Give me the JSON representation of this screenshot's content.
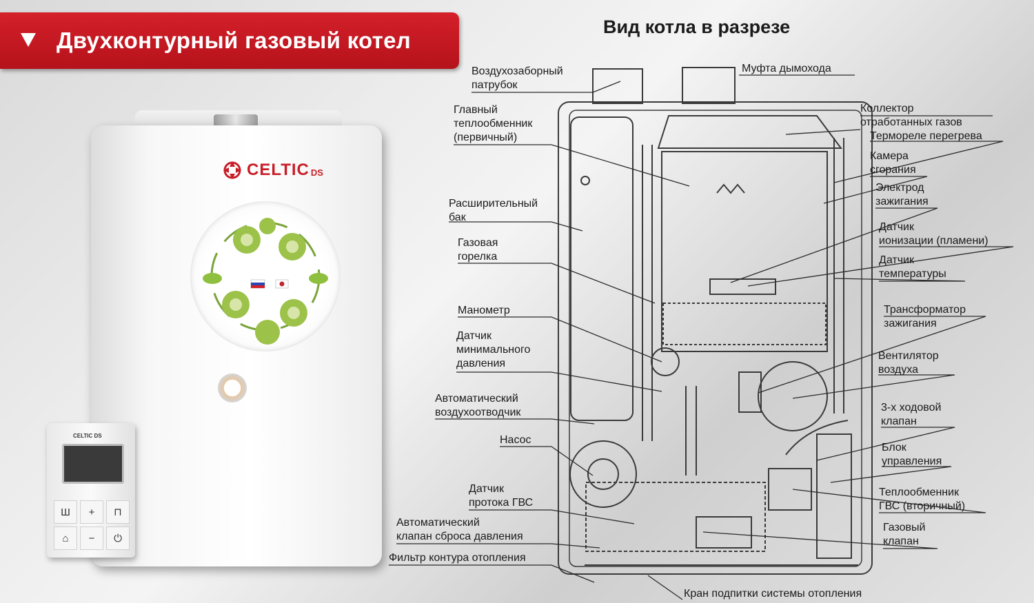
{
  "banner": {
    "title": "Двухконтурный газовый котел"
  },
  "diagram": {
    "title": "Вид котла в разрезе"
  },
  "device": {
    "brand": "CELTIC",
    "brand_suffix": "DS",
    "panel_brand": "CELTIC DS"
  },
  "labels": {
    "air_intake": [
      "Воздухозаборный",
      "патрубок"
    ],
    "flue_coupling": [
      "Муфта дымохода"
    ],
    "main_hx": [
      "Главный",
      "теплообменник",
      "(первичный)"
    ],
    "collector": [
      "Коллектор",
      "отработанных газов"
    ],
    "overheat": [
      "Термореле перегрева"
    ],
    "chamber": [
      "Камера",
      "сгорания"
    ],
    "expansion": [
      "Расширительный",
      "бак"
    ],
    "ignition_electrode": [
      "Электрод",
      "зажигания"
    ],
    "burner": [
      "Газовая",
      "горелка"
    ],
    "ionization": [
      "Датчик",
      "ионизации (пламени)"
    ],
    "temp_sensor": [
      "Датчик",
      "температуры"
    ],
    "manometer": [
      "Манометр"
    ],
    "transformer": [
      "Трансформатор",
      "зажигания"
    ],
    "min_pressure": [
      "Датчик",
      "минимального",
      "давления"
    ],
    "fan": [
      "Вентилятор",
      "воздуха"
    ],
    "air_vent": [
      "Автоматический",
      "воздухоотводчик"
    ],
    "three_way": [
      "3-х ходовой",
      "клапан"
    ],
    "pump": [
      "Насос"
    ],
    "control_unit": [
      "Блок",
      "управления"
    ],
    "flow_sensor": [
      "Датчик",
      "протока ГВС"
    ],
    "dhw_hx": [
      "Теплообменник",
      "ГВС (вторичный)"
    ],
    "relief_valve": [
      "Автоматический",
      "клапан сброса давления"
    ],
    "gas_valve": [
      "Газовый",
      "клапан"
    ],
    "heating_filter": [
      "Фильтр контура отопления"
    ],
    "makeup_tap": [
      "Кран подпитки системы отопления"
    ]
  },
  "colors": {
    "banner": "#c8161f",
    "logo": "#c81e28",
    "line": "#2a2a2a"
  }
}
